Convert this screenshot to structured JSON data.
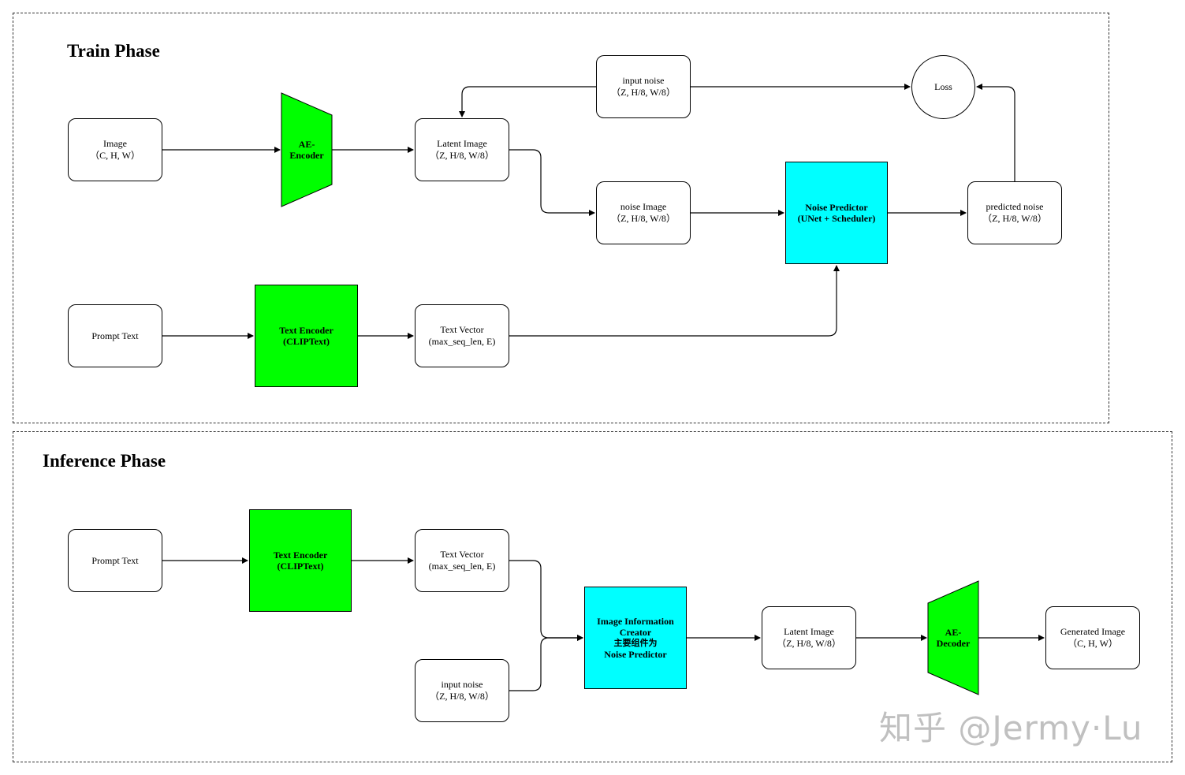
{
  "train": {
    "title": "Train Phase",
    "image": {
      "line1": "Image",
      "line2": "（C, H, W）"
    },
    "ae_encoder": {
      "line1": "AE-",
      "line2": "Encoder"
    },
    "latent_image": {
      "line1": "Latent Image",
      "line2": "（Z, H/8, W/8）"
    },
    "input_noise": {
      "line1": "input noise",
      "line2": "（Z, H/8, W/8）"
    },
    "loss": "Loss",
    "noise_image": {
      "line1": "noise Image",
      "line2": "（Z, H/8, W/8）"
    },
    "noise_predictor": {
      "line1": "Noise Predictor",
      "line2": "(UNet + Scheduler)"
    },
    "predicted_noise": {
      "line1": "predicted noise",
      "line2": "（Z, H/8, W/8）"
    },
    "prompt_text": "Prompt Text",
    "text_encoder": {
      "line1": "Text Encoder",
      "line2": "(CLIPText)"
    },
    "text_vector": {
      "line1": "Text Vector",
      "line2": "(max_seq_len, E)"
    }
  },
  "inference": {
    "title": "Inference Phase",
    "prompt_text": "Prompt Text",
    "text_encoder": {
      "line1": "Text Encoder",
      "line2": "(CLIPText)"
    },
    "text_vector": {
      "line1": "Text Vector",
      "line2": "(max_seq_len, E)"
    },
    "input_noise": {
      "line1": "input noise",
      "line2": "（Z, H/8, W/8）"
    },
    "image_info_creator": {
      "line1": "Image Information",
      "line2": "Creator",
      "line3": "主要组件为",
      "line4": "Noise Predictor"
    },
    "latent_image": {
      "line1": "Latent Image",
      "line2": "（Z, H/8, W/8）"
    },
    "ae_decoder": {
      "line1": "AE-",
      "line2": "Decoder"
    },
    "generated_image": {
      "line1": "Generated Image",
      "line2": "（C, H, W）"
    }
  },
  "watermark": "知乎 @Jermy·Lu",
  "colors": {
    "encoder_green": "#00ff00",
    "predictor_cyan": "#00ffff"
  }
}
